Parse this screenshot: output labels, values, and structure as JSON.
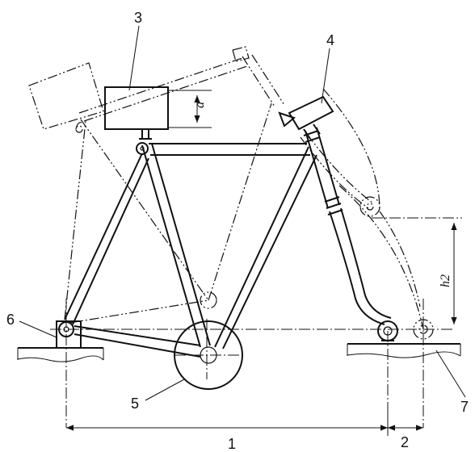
{
  "labels": {
    "part_3": "3",
    "part_4": "4",
    "part_5": "5",
    "part_6": "6",
    "part_7": "7",
    "dim_1": "1",
    "dim_2": "2",
    "dim_a": "a",
    "dim_h2": "h2"
  }
}
